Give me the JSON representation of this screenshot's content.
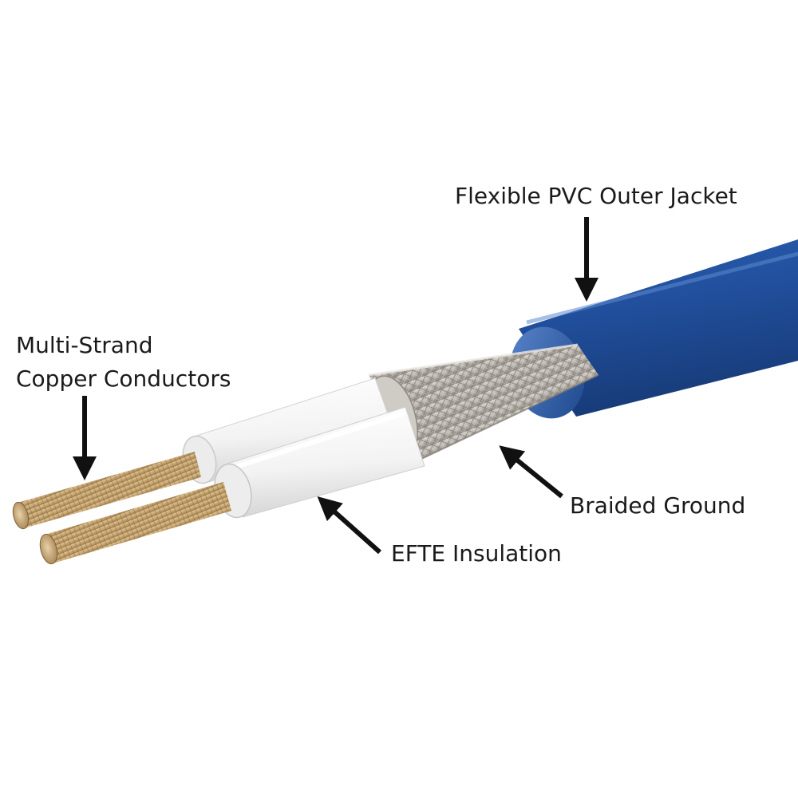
{
  "diagram": {
    "labels": {
      "jacket": "Flexible PVC Outer Jacket",
      "conductors_line1": "Multi-Strand",
      "conductors_line2": "Copper Conductors",
      "braid": "Braided Ground",
      "insulation": "EFTE Insulation"
    },
    "colors": {
      "jacket": "#1f4e9a",
      "braid": "#b9b4ad",
      "insulation": "#ffffff",
      "copper": "#c9a873",
      "arrow": "#111111"
    }
  }
}
